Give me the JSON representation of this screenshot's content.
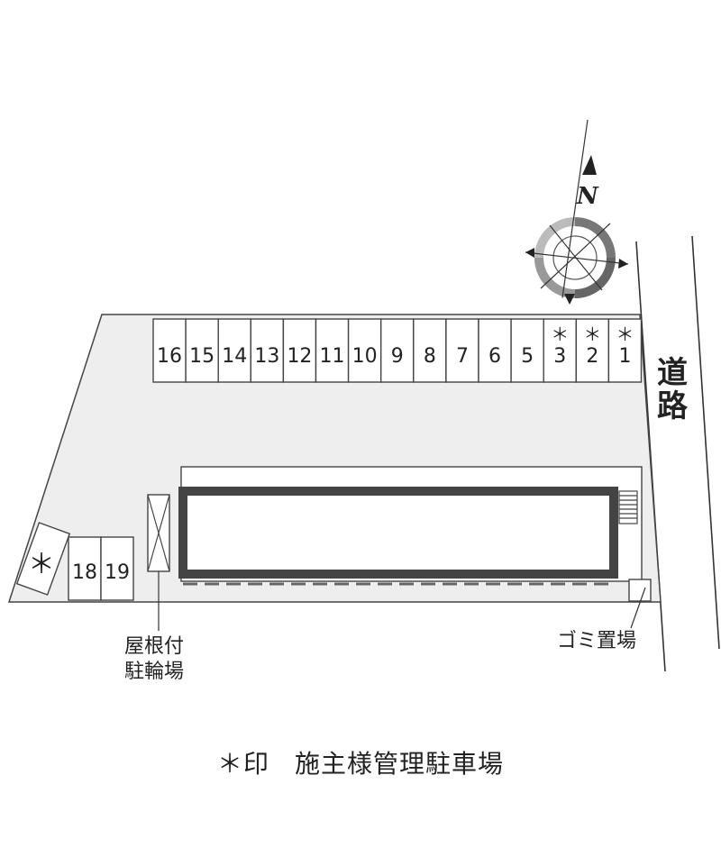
{
  "map": {
    "parking_slots_top": [
      {
        "label": "16",
        "owner_reserved": false
      },
      {
        "label": "15",
        "owner_reserved": false
      },
      {
        "label": "14",
        "owner_reserved": false
      },
      {
        "label": "13",
        "owner_reserved": false
      },
      {
        "label": "12",
        "owner_reserved": false
      },
      {
        "label": "11",
        "owner_reserved": false
      },
      {
        "label": "10",
        "owner_reserved": false
      },
      {
        "label": "9",
        "owner_reserved": false
      },
      {
        "label": "8",
        "owner_reserved": false
      },
      {
        "label": "7",
        "owner_reserved": false
      },
      {
        "label": "6",
        "owner_reserved": false
      },
      {
        "label": "5",
        "owner_reserved": false
      },
      {
        "label": "3",
        "owner_reserved": true
      },
      {
        "label": "2",
        "owner_reserved": true
      },
      {
        "label": "1",
        "owner_reserved": true
      }
    ],
    "parking_slots_bottom": [
      {
        "label": "18"
      },
      {
        "label": "19"
      }
    ],
    "reserved_mark": "＊",
    "compass_letter": "N",
    "road_label": "道路",
    "bicycle_parking_label_line1": "屋根付",
    "bicycle_parking_label_line2": "駐輪場",
    "garbage_label": "ゴミ置場",
    "angled_slot_mark": "＊",
    "legend_mark": "＊印",
    "legend_text": "施主様管理駐車場",
    "colors": {
      "lot_fill": "#eeeeee",
      "building_outline": "#444444",
      "line": "#333333"
    }
  }
}
